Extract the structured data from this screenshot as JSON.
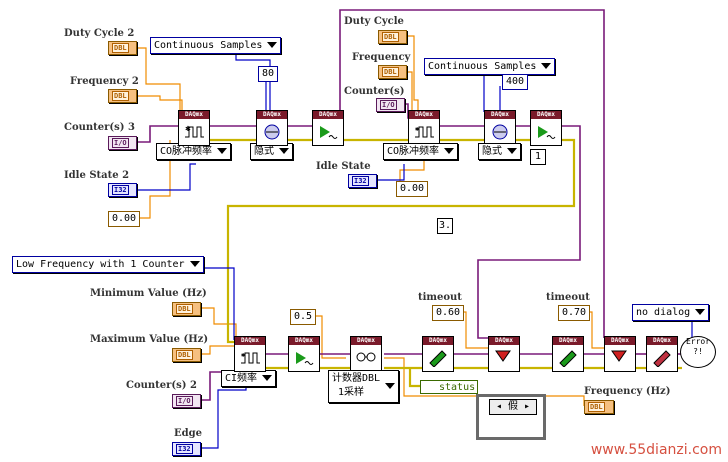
{
  "labels": {
    "duty_cycle_2": "Duty Cycle 2",
    "frequency_2": "Frequency 2",
    "counters_3": "Counter(s) 3",
    "idle_state_2": "Idle State 2",
    "duty_cycle": "Duty Cycle",
    "frequency": "Frequency",
    "counters": "Counter(s)",
    "idle_state": "Idle State",
    "minimum_value": "Minimum Value (Hz)",
    "maximum_value": "Maximum Value (Hz)",
    "counters_2": "Counter(s) 2",
    "edge": "Edge",
    "timeout_1": "timeout",
    "timeout_2": "timeout",
    "frequency_out": "Frequency (Hz)"
  },
  "types": {
    "dbl": "DBL",
    "io": "I/O",
    "i32": "I32"
  },
  "rings": {
    "continuous_1": "Continuous Samples",
    "continuous_2": "Continuous Samples",
    "co_freq_1": "CO脉冲频率",
    "co_freq_2": "CO脉冲频率",
    "implicit_1": "隐式",
    "implicit_2": "隐式",
    "low_freq": "Low Frequency with 1 Counter",
    "ci_freq": "CI频率",
    "counter_dbl": "计数器DBL",
    "counter_dbl_sub": "1采样",
    "no_dialog": "no dialog"
  },
  "numbers": {
    "samples_1": "80",
    "samples_2": "400",
    "idle_val_1": "0.00",
    "idle_val_2": "0.00",
    "rate": "0.5",
    "timeout_1": "0.60",
    "timeout_2": "0.70",
    "const_3": "3.",
    "const_1": "1"
  },
  "node_header": "DAQmx",
  "status_label": "status",
  "case_label": "假",
  "error_label": "Error",
  "watermark": "www.55dianzi.com",
  "colors": {
    "dbl_wire": "#f08c00",
    "refnum_wire": "#7a1a7a",
    "error_wire": "#c8b400",
    "int_wire": "#0000c8",
    "enum_wire": "#0000c8",
    "node_header": "#7a1a2a"
  }
}
